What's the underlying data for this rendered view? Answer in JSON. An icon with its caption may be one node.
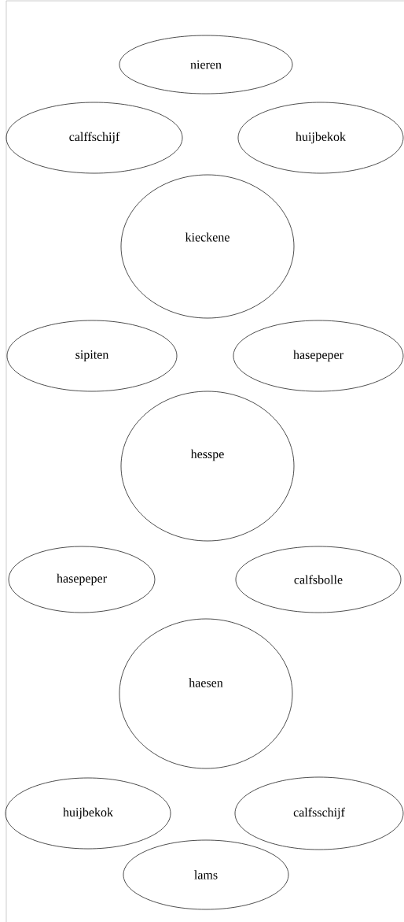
{
  "diagram": {
    "nodes": [
      {
        "text": [
          "nieren"
        ]
      },
      {
        "text": [
          "calffschijf"
        ]
      },
      {
        "text": [
          "huijbekok"
        ]
      },
      {
        "text": [
          "kieckene"
        ]
      },
      {
        "text": [
          "sipiten"
        ]
      },
      {
        "text": [
          "hasepeper"
        ]
      },
      {
        "text": [
          "hesspe"
        ]
      },
      {
        "text": [
          "hasepeper"
        ]
      },
      {
        "text": [
          "calfsbolle"
        ]
      },
      {
        "text": [
          "haesen"
        ]
      },
      {
        "text": [
          "huijbekok"
        ]
      },
      {
        "text": [
          "calfsschijf"
        ]
      },
      {
        "text": [
          "lams"
        ]
      }
    ]
  }
}
